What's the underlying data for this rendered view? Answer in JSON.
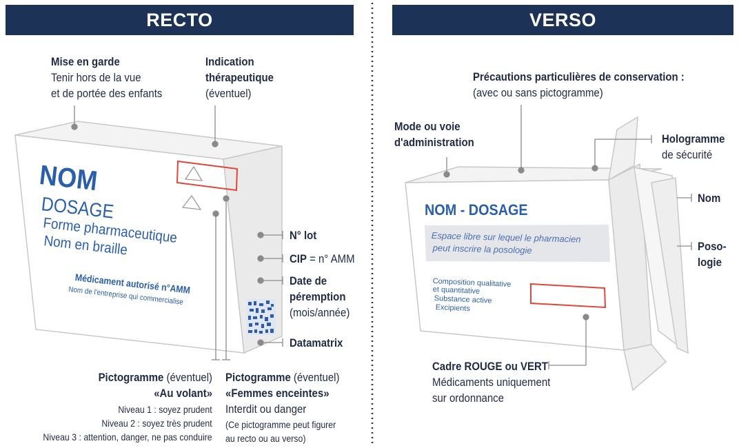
{
  "headers": {
    "recto": "RECTO",
    "verso": "VERSO"
  },
  "recto": {
    "box": {
      "nom": "NOM",
      "dosage": "DOSAGE",
      "forme": "Forme pharmaceutique",
      "braille": "Nom en braille",
      "autorise": "Médicament autorisé n°AMM",
      "entreprise": "Nom de l'entreprise qui commercialise"
    },
    "mise_en_garde": {
      "title": "Mise en garde",
      "line1": "Tenir hors de la vue",
      "line2": "et de portée des enfants"
    },
    "indication": {
      "title1": "Indication",
      "title2": "thérapeutique",
      "sub": "(éventuel)"
    },
    "lot": {
      "title": "N° lot"
    },
    "cip": {
      "title": "CIP",
      "rest": " = n° AMM"
    },
    "peremption": {
      "title1": "Date de",
      "title2": "péremption",
      "sub": "(mois/année)"
    },
    "datamatrix": {
      "title": "Datamatrix"
    },
    "picto_volant": {
      "title": "Pictogramme",
      "title_sub": " (éventuel)",
      "name": "«Au volant»",
      "niveau1": "Niveau 1 : soyez prudent",
      "niveau2": "Niveau 2 : soyez très prudent",
      "niveau3": "Niveau 3 : attention, danger, ne pas conduire"
    },
    "picto_femmes": {
      "title": "Pictogramme",
      "title_sub": " (éventuel)",
      "name": "«Femmes enceintes»",
      "line1": "Interdit ou danger",
      "line2": "(Ce pictogramme peut figurer",
      "line3": "au recto ou au verso)"
    }
  },
  "verso": {
    "box": {
      "nom_dosage": "NOM - DOSAGE",
      "espace1": "Espace libre sur lequel le pharmacien",
      "espace2": "peut inscrire la posologie",
      "compo1": "Composition qualitative",
      "compo2": "et quantitative",
      "compo3": "Substance active",
      "compo4": "Excipients"
    },
    "precautions": {
      "title": "Précautions particulières de conservation :",
      "sub": "(avec ou sans pictogramme)"
    },
    "mode": {
      "title1": "Mode ou voie",
      "title2": "d'administration"
    },
    "hologramme": {
      "title": "Hologramme",
      "sub": "de sécurité"
    },
    "nom": {
      "title": "Nom"
    },
    "posologie": {
      "title1": "Poso-",
      "title2": "logie"
    },
    "cadre": {
      "title": "Cadre ROUGE ou VERT",
      "line1": "Médicaments uniquement",
      "line2": "sur ordonnance"
    }
  },
  "colors": {
    "header": "#1c3256",
    "text": "#1f2a44",
    "blue": "#2a5fae",
    "red": "#e2453a",
    "line": "#9a9a9a"
  }
}
